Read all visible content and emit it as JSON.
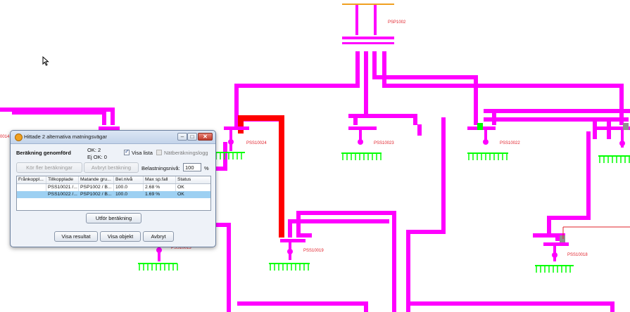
{
  "diagram": {
    "labels": {
      "psp1002": "PSP1002",
      "pss10024": "PSS10024",
      "pss10023": "PSS10023",
      "pss10022": "PSS10022",
      "pss10019": "PSS10019",
      "pss10018": "PSS10018",
      "pss10013": "PSS10013",
      "left_edge": "0014"
    },
    "colors": {
      "line": "#ff00ff",
      "highlight": "#ff0000",
      "feeder": "#00ff00",
      "label": "#e0202a"
    }
  },
  "dialog": {
    "title": "Hittade 2 alternativa matningsvägar",
    "status": "Beräkning genomförd",
    "ok_count": "OK: 2",
    "ejok_count": "Ej OK: 0",
    "visa_lista": "Visa lista",
    "natberakningslogg": "Nätberäkningslogg",
    "kor_fler": "Kör fler beräkningar",
    "avbryt_berakning": "Avbryt beräkning",
    "belastningsniva_label": "Belastningsnivå:",
    "belastningsniva_value": "100",
    "percent": "%",
    "grid": {
      "headers": [
        "Frånkoppl...",
        "Tillkopplade",
        "Matande gru...",
        "Bel.nivå",
        "Max sp.fall",
        "Status"
      ],
      "rows": [
        [
          "",
          "PSS10021 /...",
          "PSP1002 / B...",
          "100.0",
          "2.68 %",
          "OK"
        ],
        [
          "",
          "PSS10022 /...",
          "PSP1002 / B...",
          "100.0",
          "1.69 %",
          "OK"
        ]
      ]
    },
    "utfor": "Utför beräkning",
    "visa_resultat": "Visa resultat",
    "visa_objekt": "Visa objekt",
    "avbryt": "Avbryt"
  }
}
